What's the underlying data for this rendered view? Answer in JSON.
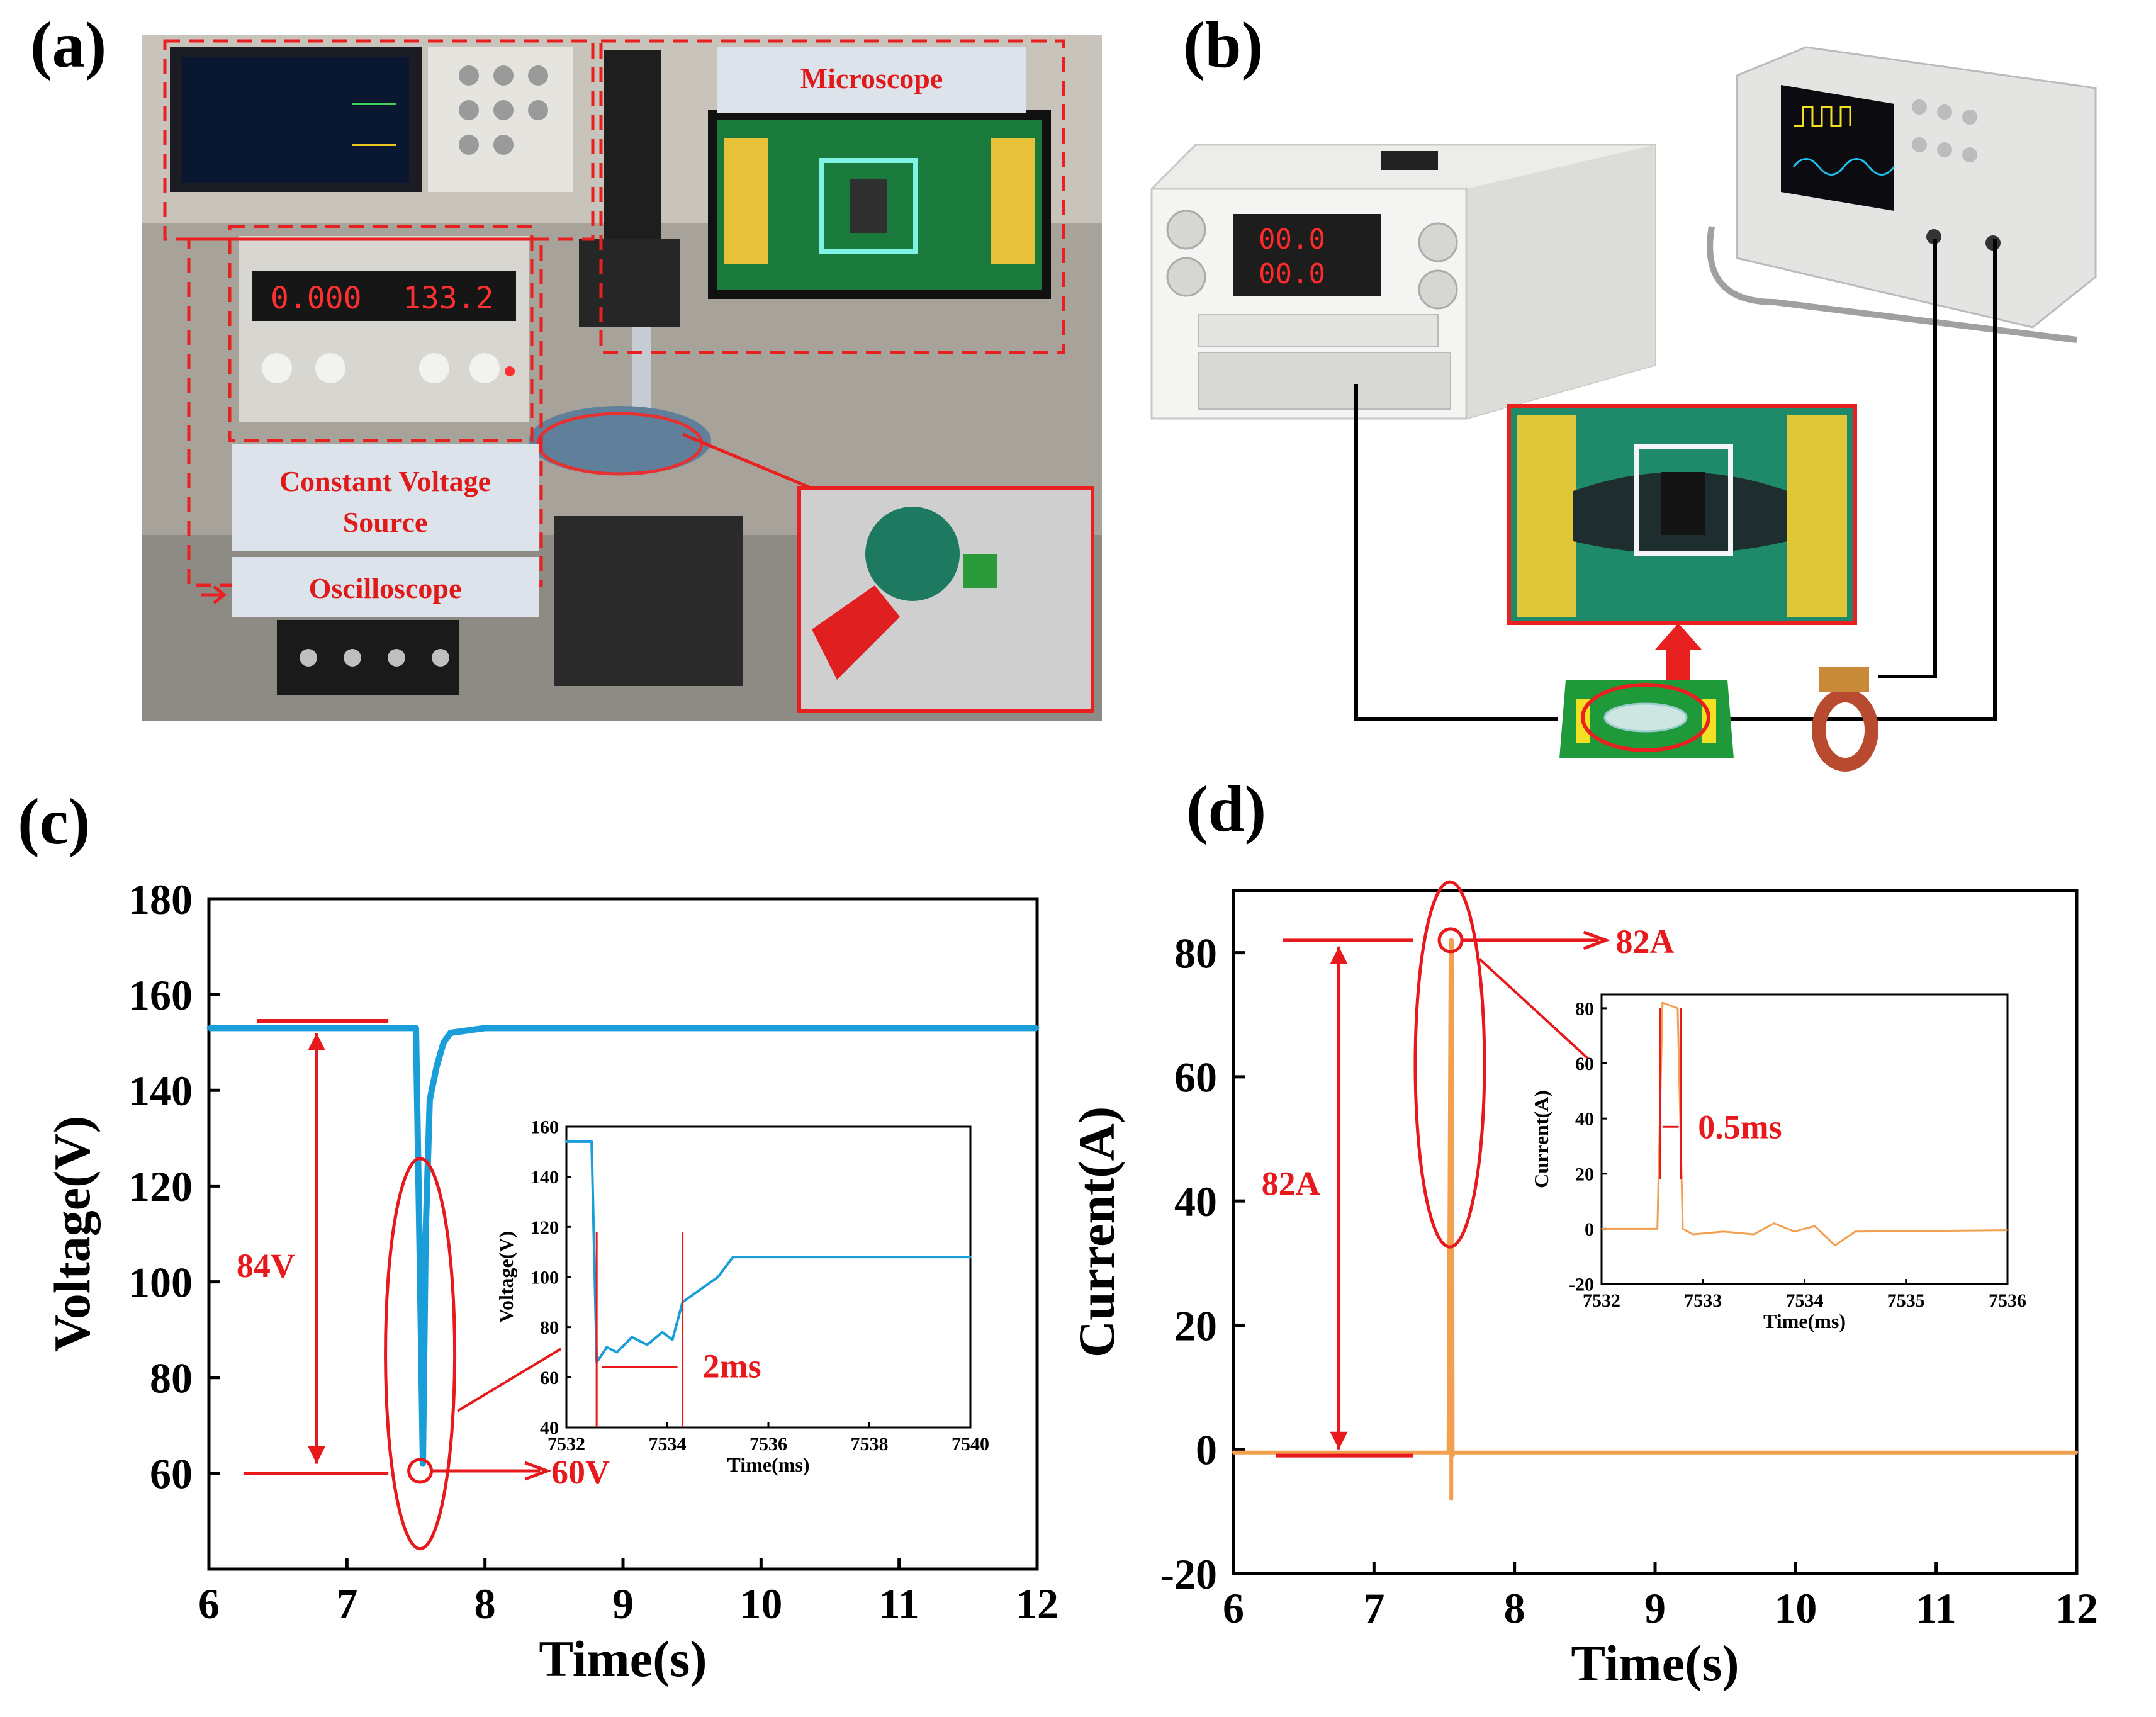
{
  "panels": {
    "a": "(a)",
    "b": "(b)",
    "c": "(c)",
    "d": "(d)"
  },
  "photo_a": {
    "labels": [
      "Microscope",
      "Constant Voltage",
      "Source",
      "Oscilloscope"
    ],
    "psu_readout_current": "0.000",
    "psu_readout_voltage": "133.2"
  },
  "schematic_b": {
    "psu_readout_1": "00.0",
    "psu_readout_2": "00.0"
  },
  "colors": {
    "voltage_series": "#1a9ed9",
    "current_series": "#f2a050",
    "annotation": "#e8191c",
    "pcb_green": "#1f9a3a",
    "pad_yellow": "#f2e022"
  },
  "chart_data": [
    {
      "panel": "c",
      "type": "line",
      "xlabel": "Time(s)",
      "ylabel": "Voltage(V)",
      "xlim": [
        6,
        12
      ],
      "ylim": [
        40,
        180
      ],
      "xticks": [
        "6",
        "7",
        "8",
        "9",
        "10",
        "11",
        "12"
      ],
      "yticks": [
        "60",
        "80",
        "100",
        "120",
        "140",
        "160",
        "180"
      ],
      "series": [
        {
          "x": [
            6.0,
            7.5,
            7.53,
            7.55,
            7.57,
            7.6,
            7.65,
            7.7,
            7.75,
            8.0,
            10.0,
            12.0
          ],
          "y": [
            153,
            153,
            100,
            62,
            110,
            138,
            145,
            150,
            152,
            153,
            153,
            153
          ]
        }
      ],
      "annotations": [
        "84V",
        "60V"
      ],
      "inset": {
        "type": "line",
        "xlabel": "Time(ms)",
        "ylabel": "Voltage(V)",
        "xlim": [
          7532,
          7540
        ],
        "ylim": [
          40,
          160
        ],
        "xticks": [
          "7532",
          "7534",
          "7536",
          "7538",
          "7540"
        ],
        "yticks": [
          "40",
          "60",
          "80",
          "100",
          "120",
          "140",
          "160"
        ],
        "series": [
          {
            "x": [
              7532.0,
              7532.5,
              7532.6,
              7532.8,
              7533.0,
              7533.3,
              7533.6,
              7533.9,
              7534.1,
              7534.3,
              7535.0,
              7535.3,
              7537.4,
              7540.0
            ],
            "y": [
              154,
              154,
              66,
              72,
              70,
              76,
              73,
              78,
              75,
              90,
              100,
              108,
              108,
              108
            ]
          }
        ],
        "annotation": "2ms"
      }
    },
    {
      "panel": "d",
      "type": "line",
      "xlabel": "Time(s)",
      "ylabel": "Current(A)",
      "xlim": [
        6,
        12
      ],
      "ylim": [
        -20,
        90
      ],
      "xticks": [
        "6",
        "7",
        "8",
        "9",
        "10",
        "11",
        "12"
      ],
      "yticks": [
        "-20",
        "0",
        "20",
        "40",
        "60",
        "80"
      ],
      "series": [
        {
          "x": [
            6.0,
            7.53,
            7.545,
            7.55,
            7.555,
            7.56,
            7.57,
            12.0
          ],
          "y": [
            -0.5,
            -0.5,
            82,
            -8,
            82,
            -1,
            -0.5,
            -0.5
          ]
        }
      ],
      "annotations": [
        "82A",
        "82A"
      ],
      "inset": {
        "type": "line",
        "xlabel": "Time(ms)",
        "ylabel": "Current(A)",
        "xlim": [
          7532,
          7536
        ],
        "ylim": [
          -20,
          85
        ],
        "xticks": [
          "7532",
          "7533",
          "7534",
          "7535",
          "7536"
        ],
        "yticks": [
          "-20",
          "0",
          "20",
          "40",
          "60",
          "80"
        ],
        "series": [
          {
            "x": [
              7532.0,
              7532.55,
              7532.6,
              7532.75,
              7532.8,
              7532.9,
              7533.2,
              7533.5,
              7533.7,
              7533.9,
              7534.1,
              7534.3,
              7534.5,
              7536.0
            ],
            "y": [
              0,
              0,
              82,
              80,
              0,
              -2,
              -1,
              -2,
              2,
              -1,
              1,
              -6,
              -1,
              -0.5
            ]
          }
        ],
        "annotation": "0.5ms"
      }
    }
  ]
}
